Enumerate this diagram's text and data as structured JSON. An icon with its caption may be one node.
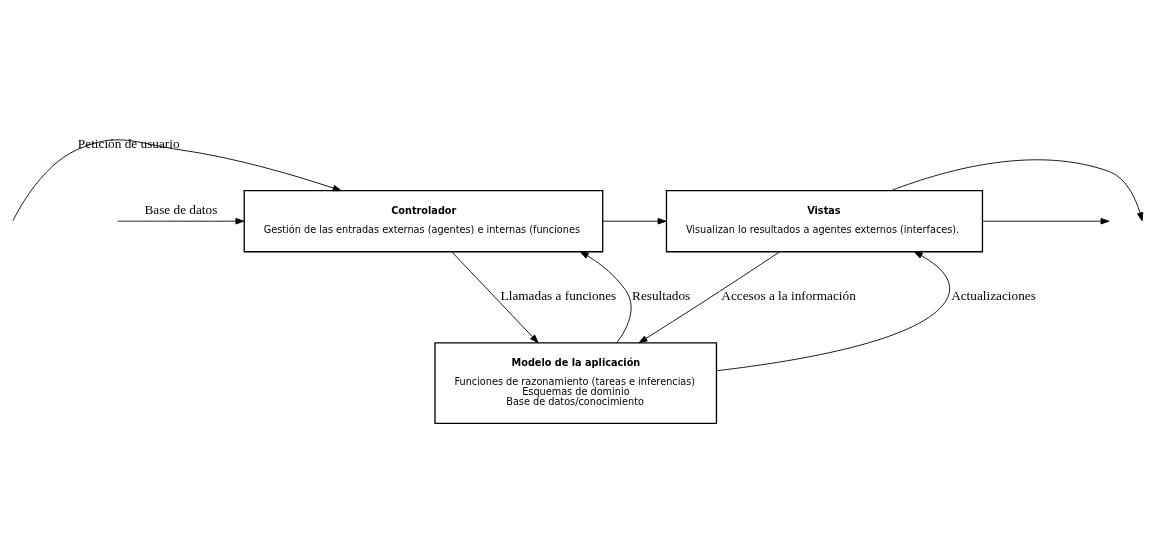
{
  "diagram": {
    "nodes": [
      {
        "text": [
          "Controlador",
          "Gestión de las entradas externas (agentes) e internas (funciones"
        ]
      },
      {
        "text": [
          "Vistas",
          "Visualizan lo resultados a agentes externos (interfaces)."
        ]
      },
      {
        "text": [
          "Modelo de la aplicación",
          "Funciones de razonamiento (tareas e inferencias)",
          "Esquemas de dominio",
          "Base de datos/conocimiento"
        ]
      }
    ],
    "edges": [
      {
        "from": null,
        "to": 0,
        "arrow": "to",
        "label": "Petición de usuario"
      },
      {
        "from": null,
        "to": 0,
        "arrow": "to",
        "label": "Base de datos"
      },
      {
        "from": 0,
        "to": 1,
        "arrow": "to"
      },
      {
        "from": 1,
        "to": null,
        "arrow": "to"
      },
      {
        "from": 1,
        "to": null,
        "arrow": "to"
      },
      {
        "from": 0,
        "to": 2,
        "arrow": "to",
        "label": "Llamadas a funciones"
      },
      {
        "from": 2,
        "to": 0,
        "arrow": "to",
        "label": "Resultados"
      },
      {
        "from": 2,
        "to": 1,
        "arrow": "to",
        "label": "Actualizaciones"
      },
      {
        "from": 1,
        "to": 2,
        "arrow": "to",
        "label": "Accesos a la información"
      }
    ]
  }
}
